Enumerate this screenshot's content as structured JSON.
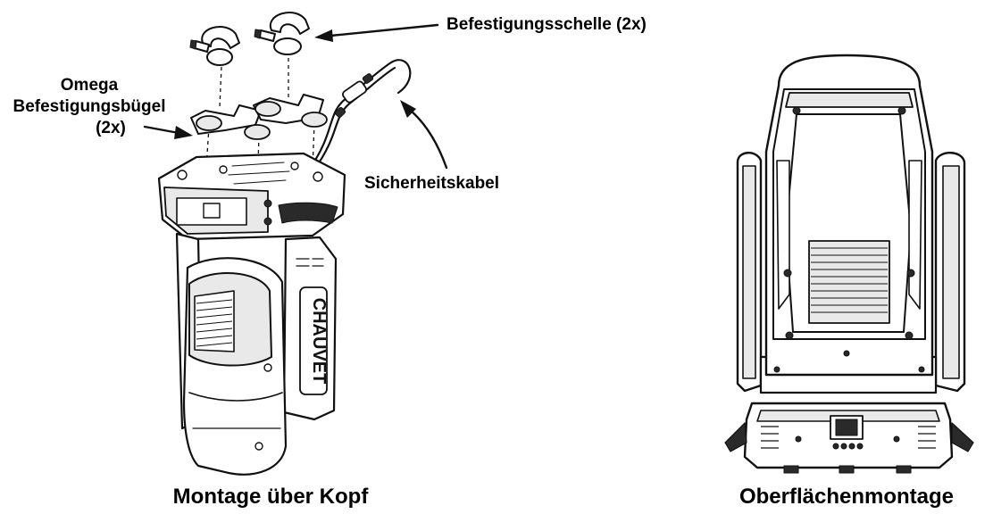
{
  "labels": {
    "clamp": "Befestigungsschelle (2x)",
    "omega_line1": "Omega",
    "omega_line2": "Befestigungsbügel",
    "omega_line3": "(2x)",
    "safety_cable": "Sicherheitskabel",
    "left_caption": "Montage über Kopf",
    "right_caption": "Oberflächenmontage"
  },
  "colors": {
    "line": "#111111",
    "background": "#ffffff",
    "fill_light": "#e9e9e9"
  }
}
